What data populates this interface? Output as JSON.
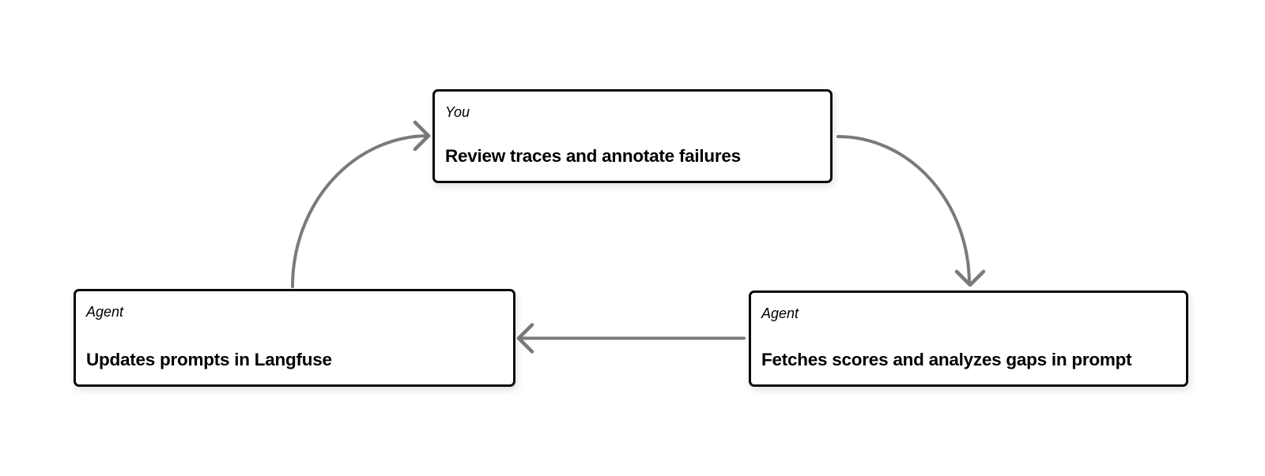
{
  "colors": {
    "page_bg": "#ffffff",
    "node_bg": "#ffffff",
    "node_border": "#0a0a0a",
    "arrow": "#7a7a7a",
    "text": "#000000"
  },
  "nodes": [
    {
      "id": "review-traces",
      "actor": "You",
      "title": "Review traces and annotate failures"
    },
    {
      "id": "fetch-scores",
      "actor": "Agent",
      "title": "Fetches scores and analyzes gaps in prompt"
    },
    {
      "id": "update-prompts",
      "actor": "Agent",
      "title": "Updates prompts in Langfuse"
    }
  ],
  "edges": [
    {
      "from": "review-traces",
      "to": "fetch-scores"
    },
    {
      "from": "fetch-scores",
      "to": "update-prompts"
    },
    {
      "from": "update-prompts",
      "to": "review-traces"
    }
  ]
}
